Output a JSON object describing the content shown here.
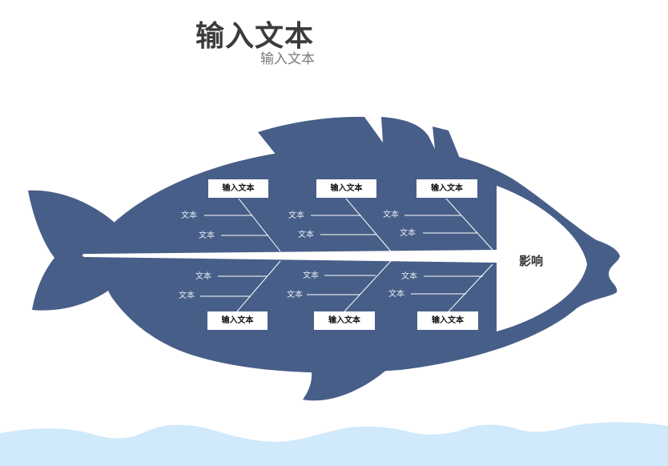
{
  "header": {
    "title": "输入文本",
    "subtitle": "输入文本"
  },
  "colors": {
    "fish_body": "#475f88",
    "water": "#d0e9fb",
    "spine": "#ffffff",
    "background": "#ffffff"
  },
  "diagram": {
    "type": "fishbone",
    "effect_label": "影响",
    "categories": [
      {
        "position": "top-1",
        "label": "输入文本",
        "causes": [
          "文本",
          "文本"
        ]
      },
      {
        "position": "top-2",
        "label": "输入文本",
        "causes": [
          "文本",
          "文本"
        ]
      },
      {
        "position": "top-3",
        "label": "输入文本",
        "causes": [
          "文本",
          "文本"
        ]
      },
      {
        "position": "bottom-1",
        "label": "输入文本",
        "causes": [
          "文本",
          "文本"
        ]
      },
      {
        "position": "bottom-2",
        "label": "输入文本",
        "causes": [
          "文本",
          "文本"
        ]
      },
      {
        "position": "bottom-3",
        "label": "输入文本",
        "causes": [
          "文本",
          "文本"
        ]
      }
    ]
  }
}
